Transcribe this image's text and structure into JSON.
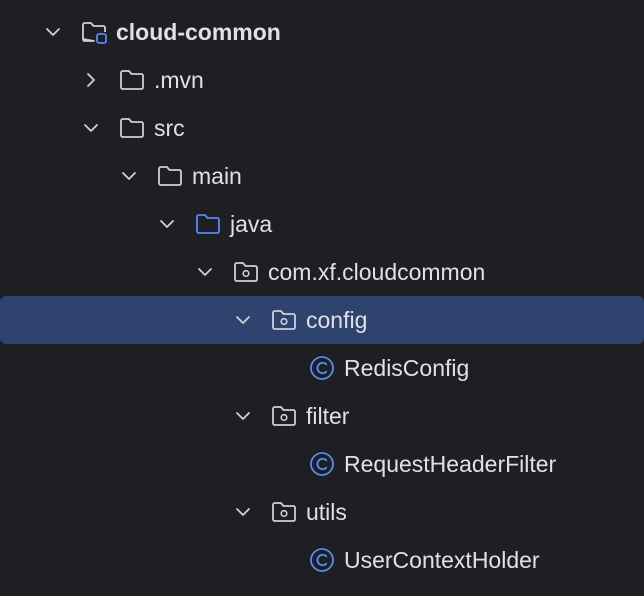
{
  "tree": {
    "items": [
      {
        "label": "cloud-common",
        "depth": 0,
        "state": "expanded",
        "icon": "module-folder-icon",
        "bold": true,
        "selected": false
      },
      {
        "label": ".mvn",
        "depth": 1,
        "state": "collapsed",
        "icon": "folder-icon",
        "bold": false,
        "selected": false
      },
      {
        "label": "src",
        "depth": 1,
        "state": "expanded",
        "icon": "folder-icon",
        "bold": false,
        "selected": false
      },
      {
        "label": "main",
        "depth": 2,
        "state": "expanded",
        "icon": "folder-icon",
        "bold": false,
        "selected": false
      },
      {
        "label": "java",
        "depth": 3,
        "state": "expanded",
        "icon": "source-folder-icon",
        "bold": false,
        "selected": false
      },
      {
        "label": "com.xf.cloudcommon",
        "depth": 4,
        "state": "expanded",
        "icon": "package-icon",
        "bold": false,
        "selected": false
      },
      {
        "label": "config",
        "depth": 5,
        "state": "expanded",
        "icon": "package-icon",
        "bold": false,
        "selected": true
      },
      {
        "label": "RedisConfig",
        "depth": 6,
        "state": "leaf",
        "icon": "class-icon",
        "bold": false,
        "selected": false
      },
      {
        "label": "filter",
        "depth": 5,
        "state": "expanded",
        "icon": "package-icon",
        "bold": false,
        "selected": false
      },
      {
        "label": "RequestHeaderFilter",
        "depth": 6,
        "state": "leaf",
        "icon": "class-icon",
        "bold": false,
        "selected": false
      },
      {
        "label": "utils",
        "depth": 5,
        "state": "expanded",
        "icon": "package-icon",
        "bold": false,
        "selected": false
      },
      {
        "label": "UserContextHolder",
        "depth": 6,
        "state": "leaf",
        "icon": "class-icon",
        "bold": false,
        "selected": false
      }
    ]
  },
  "colors": {
    "background": "#1e1f22",
    "selection": "#2e436e",
    "text": "#dfe1e5",
    "icon_gray": "#ced0d6",
    "icon_blue": "#548af7"
  }
}
